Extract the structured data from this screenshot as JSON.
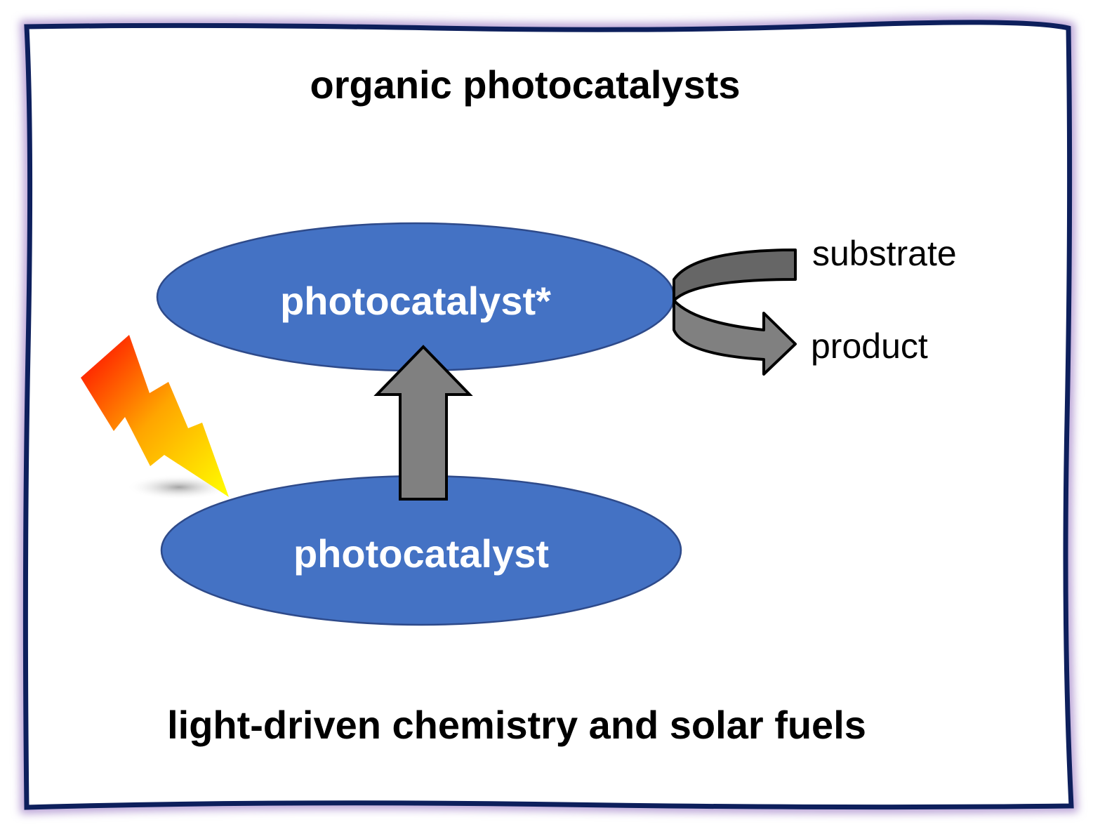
{
  "diagram": {
    "title": "organic photocatalysts",
    "subtitle": "light-driven chemistry and solar fuels",
    "excited_label": "photocatalyst*",
    "ground_label": "photocatalyst",
    "substrate_label": "substrate",
    "product_label": "product"
  },
  "colors": {
    "frame_border": "#0d1f5c",
    "frame_glow": "#b9a2d6",
    "ellipse_fill": "#4472c4",
    "ellipse_stroke": "#2e4a8a",
    "arrow_fill": "#808080",
    "arrow_stroke": "#000000",
    "bolt_top": "#ff0000",
    "bolt_bottom": "#ffff00"
  },
  "icons": {
    "light": "lightning-bolt-icon",
    "excitation": "up-arrow-icon",
    "conversion": "curved-arrow-icon"
  }
}
